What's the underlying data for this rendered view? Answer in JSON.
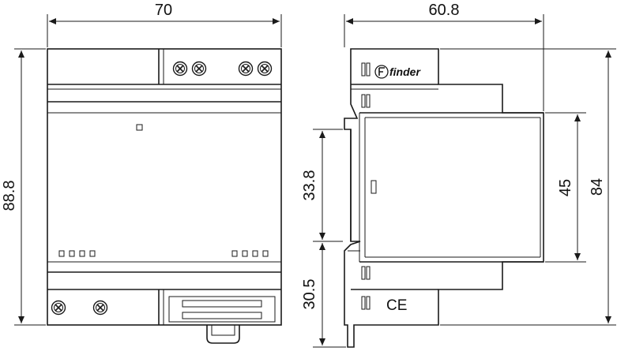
{
  "dimensions": {
    "front_width": "70",
    "front_height": "88.8",
    "side_depth": "60.8",
    "rail_height": "33.8",
    "lower_height": "30.5",
    "front_face_height": "45",
    "side_height": "84"
  },
  "labels": {
    "brand": "finder",
    "certification": "CE"
  },
  "colors": {
    "line": "#1a1a1a",
    "background": "#ffffff"
  },
  "icons": [
    "screw-terminal-icon",
    "finder-logo-icon",
    "ce-mark-icon"
  ]
}
